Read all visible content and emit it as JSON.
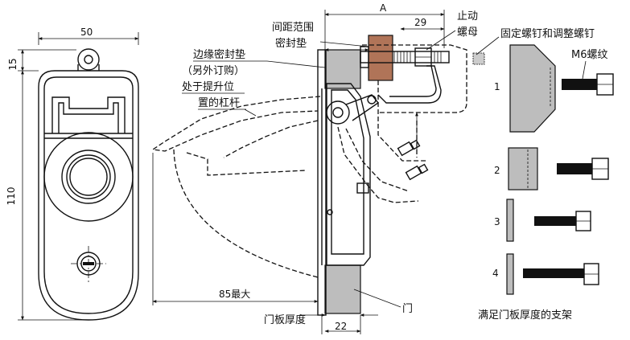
{
  "dimensions": {
    "width_50": "50",
    "height_15": "15",
    "height_110": "110",
    "A": "A",
    "dim_29": "29",
    "max_85": "85最大",
    "dim_22": "22"
  },
  "labels": {
    "spacing_range_l1": "间距范围",
    "spacing_range_l2": "密封垫",
    "stop_nut_l1": "止动",
    "stop_nut_l2": "螺母",
    "fix_screw": "固定螺钉和调整螺钉",
    "m6_thread": "M6螺纹",
    "edge_seal": "边缘密封垫",
    "order_separately": "（另外订购）",
    "lever_l1": "处于提升位",
    "lever_l2": "置的杠杆",
    "door_thickness": "门板厚度",
    "door": "门",
    "brackets_caption": "满足门板厚度的支架"
  },
  "brackets": [
    {
      "num": "1"
    },
    {
      "num": "2"
    },
    {
      "num": "3"
    },
    {
      "num": "4"
    }
  ],
  "colors": {
    "line": "#111111",
    "gray": "#bdbdbd",
    "dark_gray": "#8e8e8e",
    "seal_brown": "#b07458"
  }
}
